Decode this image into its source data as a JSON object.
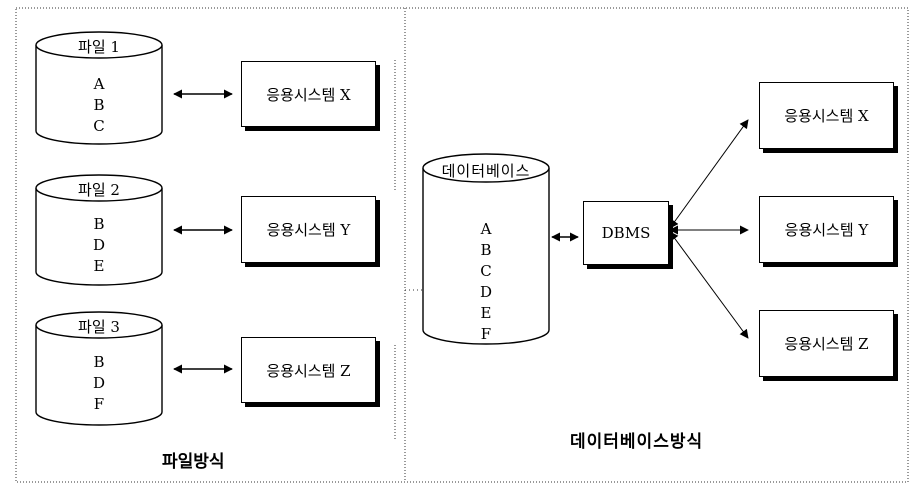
{
  "file_approach": {
    "title": "파일방식",
    "files": [
      {
        "name": "파일 1",
        "items": [
          "A",
          "B",
          "C"
        ],
        "app": "응용시스템 X"
      },
      {
        "name": "파일 2",
        "items": [
          "B",
          "D",
          "E"
        ],
        "app": "응용시스템 Y"
      },
      {
        "name": "파일 3",
        "items": [
          "B",
          "D",
          "F"
        ],
        "app": "응용시스템 Z"
      }
    ]
  },
  "database_approach": {
    "title": "데이터베이스방식",
    "database": {
      "name": "데이터베이스",
      "items": [
        "A",
        "B",
        "C",
        "D",
        "E",
        "F"
      ]
    },
    "dbms_label": "DBMS",
    "apps": [
      "응용시스템 X",
      "응용시스템 Y",
      "응용시스템 Z"
    ]
  },
  "colors": {
    "stroke": "#000000",
    "background": "#ffffff",
    "border_dots": "#333333"
  }
}
